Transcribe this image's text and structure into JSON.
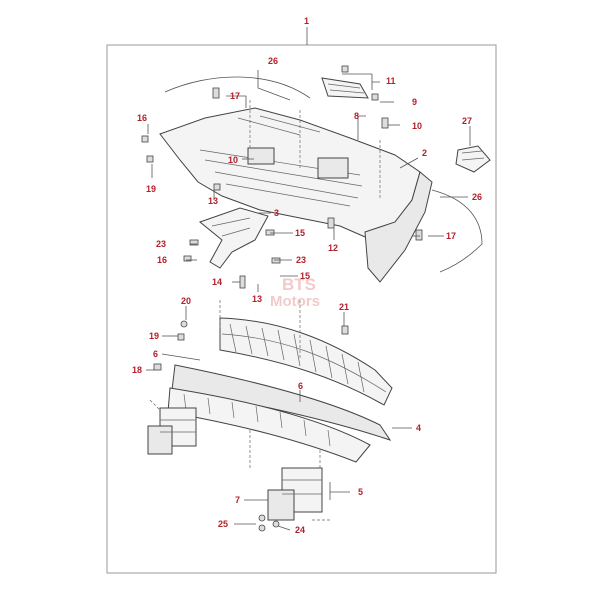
{
  "watermark": {
    "line1": "BTS",
    "line2": "Motors"
  },
  "callouts": {
    "c1": "1",
    "c2": "2",
    "c3": "3",
    "c4": "4",
    "c5": "5",
    "c6a": "6",
    "c6b": "6",
    "c7": "7",
    "c8": "8",
    "c9": "9",
    "c10a": "10",
    "c10b": "10",
    "c11": "11",
    "c12": "12",
    "c13a": "13",
    "c13b": "13",
    "c14": "14",
    "c15a": "15",
    "c15b": "15",
    "c16a": "16",
    "c16b": "16",
    "c17a": "17",
    "c17b": "17",
    "c18": "18",
    "c19a": "19",
    "c19b": "19",
    "c20": "20",
    "c21": "21",
    "c23a": "23",
    "c23b": "23",
    "c24": "24",
    "c25": "25",
    "c26a": "26",
    "c26b": "26",
    "c27": "27"
  },
  "colors": {
    "callout": "#b3202a",
    "watermark": "#e8a0a0",
    "line": "#555555"
  }
}
